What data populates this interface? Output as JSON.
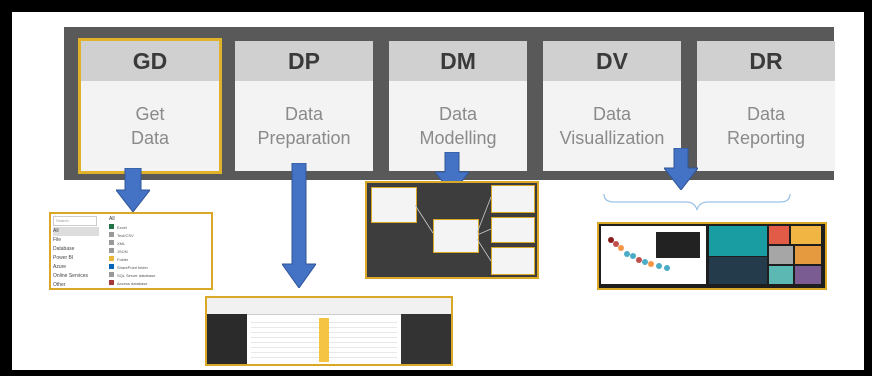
{
  "stages": [
    {
      "code": "GD",
      "label": "Get\nData",
      "selected": true
    },
    {
      "code": "DP",
      "label": "Data\nPreparation",
      "selected": false
    },
    {
      "code": "DM",
      "label": "Data\nModelling",
      "selected": false
    },
    {
      "code": "DV",
      "label": "Data\nVisuallization",
      "selected": false
    },
    {
      "code": "DR",
      "label": "Data\nReporting",
      "selected": false
    }
  ],
  "get_data_panel": {
    "search_placeholder": "Search",
    "categories": [
      "All",
      "File",
      "Database",
      "Power BI",
      "Azure",
      "Online Services",
      "Other"
    ],
    "header": "All",
    "sources": [
      "Excel",
      "Text/CSV",
      "XML",
      "JSON",
      "Folder",
      "SharePoint folder",
      "SQL Server database",
      "Access database"
    ]
  },
  "colors": {
    "accent_gold": "#e0b22b",
    "arrow_blue": "#4472c4",
    "band_gray": "#595959"
  }
}
